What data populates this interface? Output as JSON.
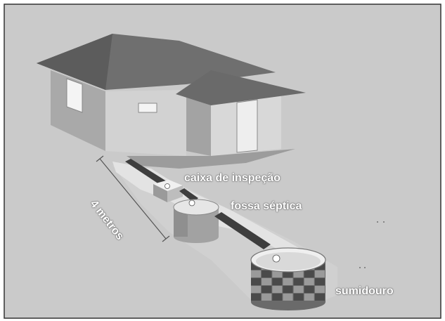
{
  "labels": {
    "caixa": "caixa de inspeção",
    "fossa": "fossa séptica",
    "sumidouro": "sumidouro",
    "distance": "4 metros"
  },
  "colors": {
    "background": "#c9c9c9",
    "roof": "#6f6f6f",
    "wall_light": "#d8d8d8",
    "wall_shade": "#a8a8a8",
    "path": "#e2e2e2",
    "pipe": "#3e3e3e",
    "brick_dark": "#4a4a4a",
    "brick_light": "#9a9a9a",
    "label_text": "#ffffff"
  }
}
